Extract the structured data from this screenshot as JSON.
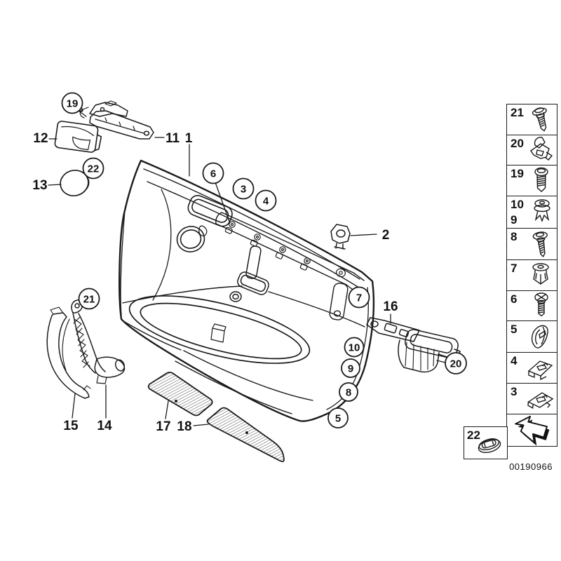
{
  "diagram": {
    "doc_number": "00190966",
    "callouts": {
      "p1": "1",
      "p2": "2",
      "p3": "3",
      "p4": "4",
      "p5": "5",
      "p6": "6",
      "p7": "7",
      "p8": "8",
      "p9": "9",
      "p10": "10",
      "p11": "11",
      "p12": "12",
      "p13": "13",
      "p14": "14",
      "p15": "15",
      "p16": "16",
      "p17": "17",
      "p18": "18",
      "p19": "19",
      "p20": "20",
      "p21": "21",
      "p22": "22"
    },
    "legend": {
      "rows": [
        {
          "label": "21",
          "icon": "flange-screw-icon"
        },
        {
          "label": "20",
          "icon": "retainer-clip-icon"
        },
        {
          "label": "19",
          "icon": "pan-screw-icon"
        },
        {
          "label": "10",
          "label2": "9",
          "icon": "expansion-rivet-icon"
        },
        {
          "label": "8",
          "icon": "flange-screw-icon"
        },
        {
          "label": "7",
          "icon": "plug-rivet-icon"
        },
        {
          "label": "6",
          "icon": "phillips-screw-icon"
        },
        {
          "label": "5",
          "icon": "clamp-clip-icon"
        },
        {
          "label": "4",
          "icon": "bracket-clip-icon"
        },
        {
          "label": "3",
          "icon": "bracket-clip-icon"
        }
      ],
      "extra": {
        "label": "22",
        "icon": "oval-grommet-icon"
      },
      "arrow": "direction-arrow-icon"
    }
  }
}
